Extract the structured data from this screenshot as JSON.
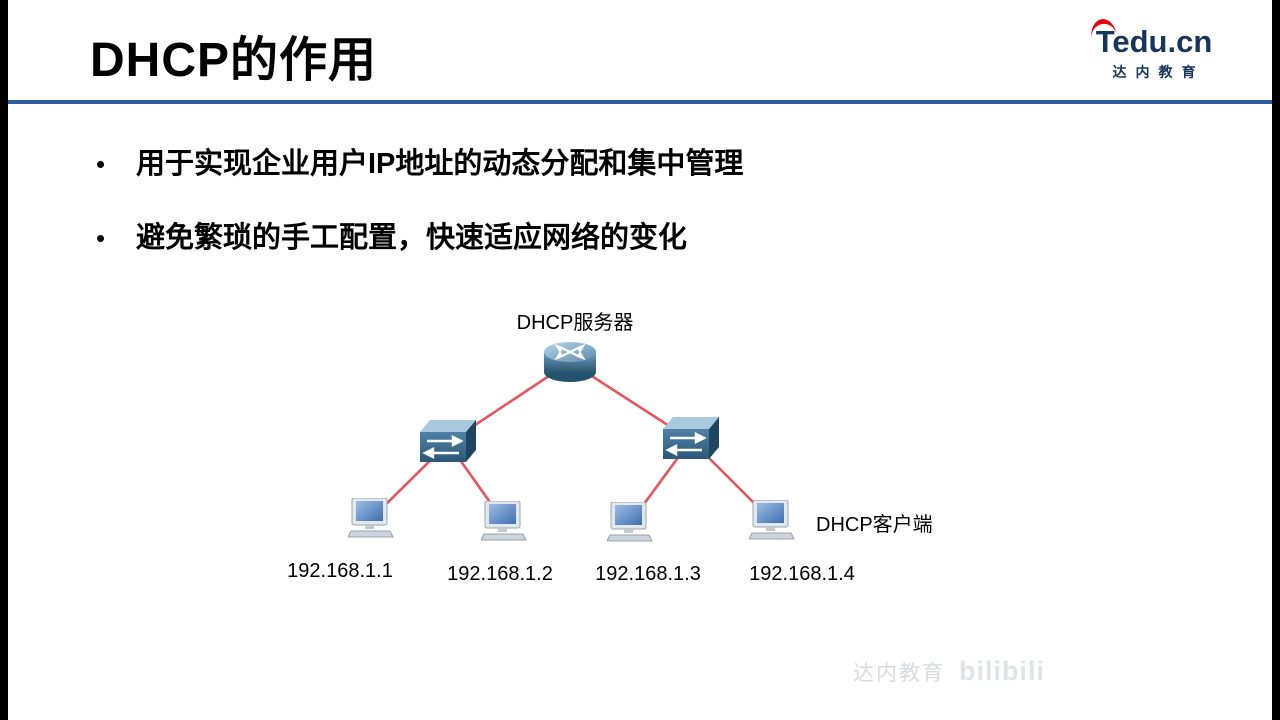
{
  "slide": {
    "title": "DHCP的作用",
    "bullet_glyph": "•",
    "logo": {
      "brand": "Tedu.cn",
      "subtitle": "达内教育"
    },
    "bullets": [
      "用于实现企业用户IP地址的动态分配和集中管理",
      "避免繁琐的手工配置，快速适应网络的变化"
    ],
    "diagram": {
      "server_label": "DHCP服务器",
      "client_label": "DHCP客户端",
      "ips": [
        "192.168.1.1",
        "192.168.1.2",
        "192.168.1.3",
        "192.168.1.4"
      ]
    },
    "watermark": {
      "brand": "达内教育",
      "platform": "bilibili"
    },
    "colors": {
      "divider_blue": "#2a5e9f",
      "logo_navy": "#17365d",
      "logo_red": "#e60012",
      "link_red": "#e8545a",
      "device_blue": "#3c6e91"
    }
  }
}
